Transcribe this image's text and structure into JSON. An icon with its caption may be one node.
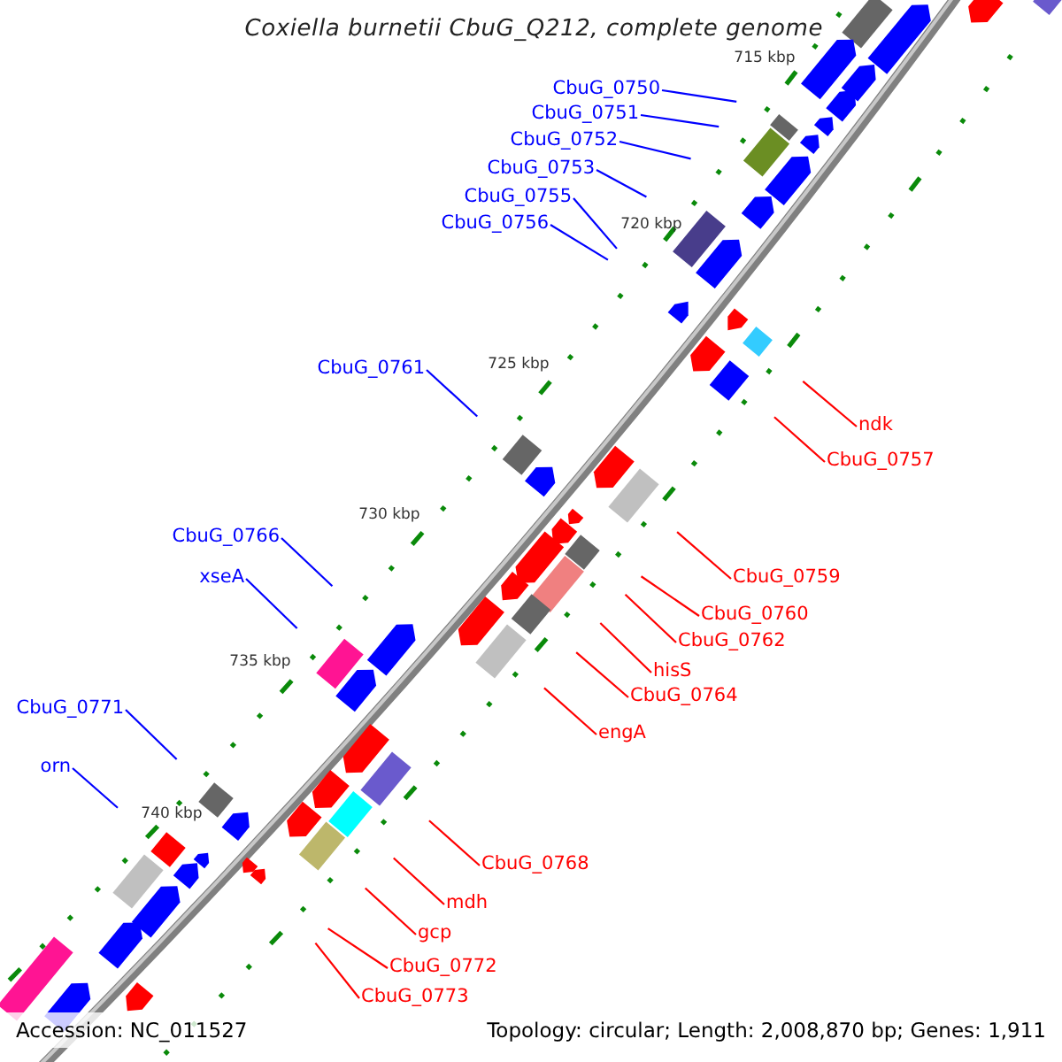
{
  "diagram": {
    "title": "Coxiella burnetii CbuG_Q212, complete genome",
    "nodes": [
      {
        "text": [
          "CbuG_0750"
        ]
      },
      {
        "text": [
          "CbuG_0751"
        ]
      },
      {
        "text": [
          "CbuG_0752"
        ]
      },
      {
        "text": [
          "CbuG_0753"
        ]
      },
      {
        "text": [
          "CbuG_0755"
        ]
      },
      {
        "text": [
          "CbuG_0756"
        ]
      },
      {
        "text": [
          "CbuG_0761"
        ]
      },
      {
        "text": [
          "ndk"
        ]
      },
      {
        "text": [
          "CbuG_0757"
        ]
      },
      {
        "text": [
          "CbuG_0766"
        ]
      },
      {
        "text": [
          "CbuG_0759"
        ]
      },
      {
        "text": [
          "xseA"
        ]
      },
      {
        "text": [
          "CbuG_0760"
        ]
      },
      {
        "text": [
          "CbuG_0762"
        ]
      },
      {
        "text": [
          "hisS"
        ]
      },
      {
        "text": [
          "CbuG_0764"
        ]
      },
      {
        "text": [
          "CbuG_0771"
        ]
      },
      {
        "text": [
          "engA"
        ]
      },
      {
        "text": [
          "orn"
        ]
      },
      {
        "text": [
          "CbuG_0768"
        ]
      },
      {
        "text": [
          "mdh"
        ]
      },
      {
        "text": [
          "gcp"
        ]
      },
      {
        "text": [
          "CbuG_0772"
        ]
      },
      {
        "text": [
          "CbuG_0773"
        ]
      }
    ],
    "edges": [
      {
        "from": 0,
        "to": null,
        "arrow": "none",
        "color": "#0000ff"
      },
      {
        "from": 1,
        "to": null,
        "arrow": "none",
        "color": "#0000ff"
      },
      {
        "from": 2,
        "to": null,
        "arrow": "none",
        "color": "#0000ff"
      },
      {
        "from": 3,
        "to": null,
        "arrow": "none",
        "color": "#0000ff"
      },
      {
        "from": 4,
        "to": null,
        "arrow": "none",
        "color": "#0000ff"
      },
      {
        "from": 5,
        "to": null,
        "arrow": "none",
        "color": "#0000ff"
      },
      {
        "from": 6,
        "to": null,
        "arrow": "none",
        "color": "#0000ff"
      },
      {
        "from": 7,
        "to": null,
        "arrow": "none"
      },
      {
        "from": 8,
        "to": null,
        "arrow": "none"
      },
      {
        "from": 9,
        "to": null,
        "arrow": "none",
        "color": "#0000ff"
      },
      {
        "from": 10,
        "to": null,
        "arrow": "none"
      },
      {
        "from": 11,
        "to": null,
        "arrow": "none",
        "color": "#0000ff"
      },
      {
        "from": 12,
        "to": null,
        "arrow": "none"
      },
      {
        "from": 13,
        "to": null,
        "arrow": "none"
      },
      {
        "from": 14,
        "to": null,
        "arrow": "none"
      },
      {
        "from": 15,
        "to": null,
        "arrow": "none"
      },
      {
        "from": 16,
        "to": null,
        "arrow": "none",
        "color": "#0000ff"
      },
      {
        "from": 17,
        "to": null,
        "arrow": "none"
      },
      {
        "from": 18,
        "to": null,
        "arrow": "none",
        "color": "#0000ff"
      },
      {
        "from": 19,
        "to": null,
        "arrow": "none"
      },
      {
        "from": 20,
        "to": null,
        "arrow": "none"
      },
      {
        "from": 21,
        "to": null,
        "arrow": "none"
      },
      {
        "from": 22,
        "to": null,
        "arrow": "none"
      },
      {
        "from": 23,
        "to": null,
        "arrow": "none"
      }
    ],
    "labels": [
      "715 kbp",
      "720 kbp",
      "725 kbp",
      "730 kbp",
      "735 kbp",
      "740 kbp",
      "Accession: NC_011527",
      "Topology: circular; Length: 2,008,870 bp; Genes: 1,911"
    ]
  }
}
